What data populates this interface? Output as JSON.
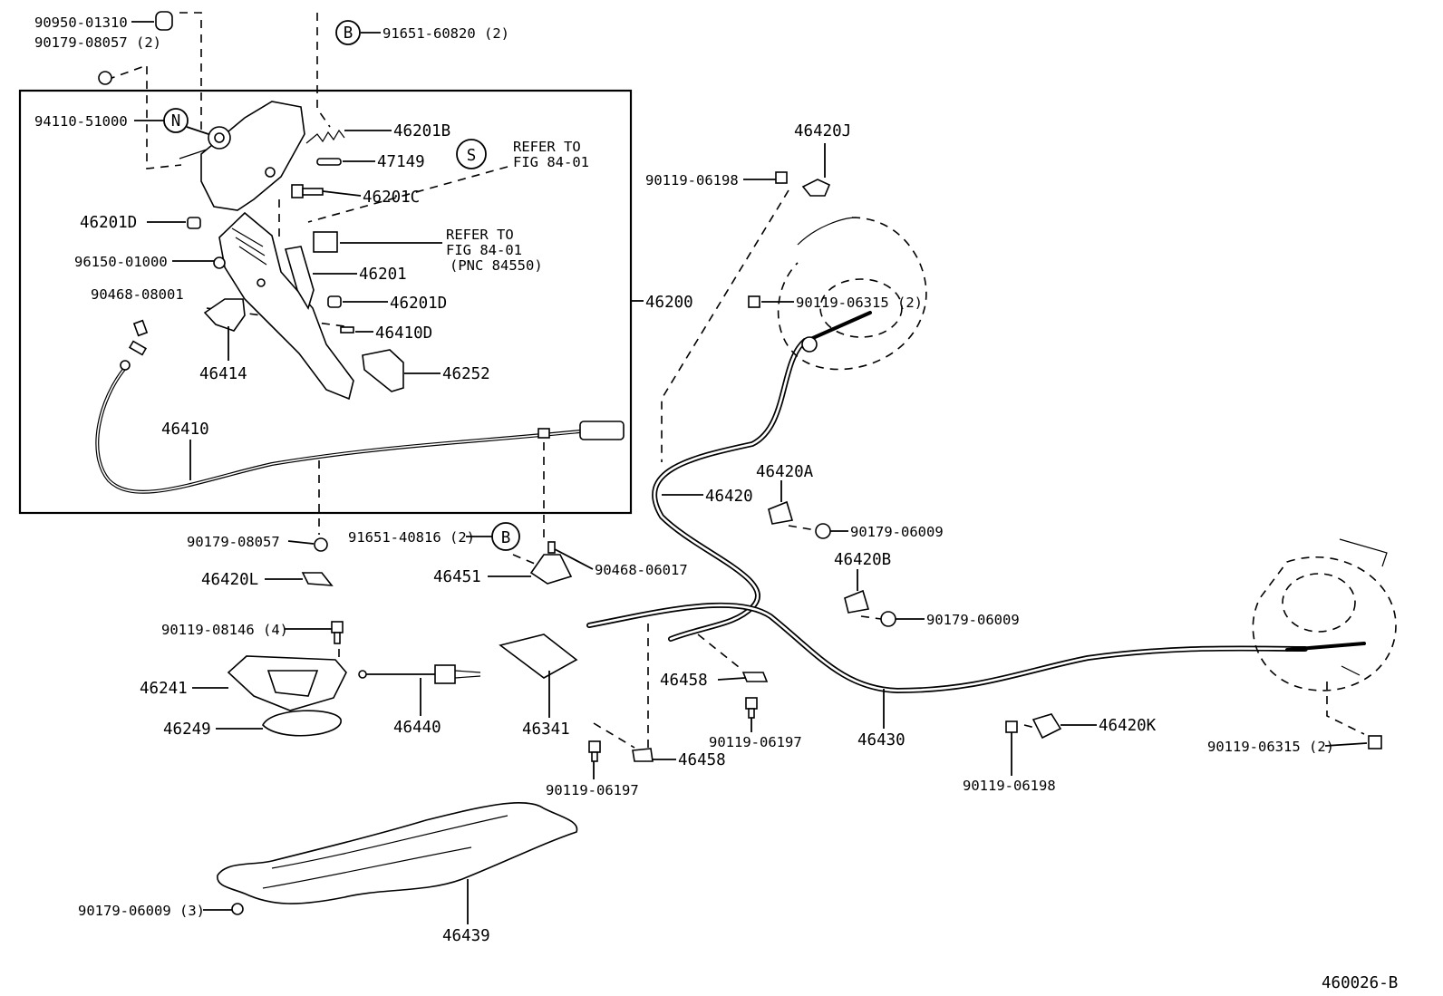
{
  "figure_code": "460026-B",
  "callouts": {
    "B": "B",
    "N": "N",
    "S": "S"
  },
  "refer_notes": {
    "fig_84_01_s": [
      "REFER TO",
      "FIG 84-01"
    ],
    "fig_84_01_pnc": [
      "REFER TO",
      "FIG 84-01",
      "(PNC 84550)"
    ]
  },
  "labels": {
    "p90950_01310": "90950-01310",
    "p90179_08057_2": "90179-08057 (2)",
    "p91651_60820_2": "91651-60820 (2)",
    "p94110_51000": "94110-51000",
    "p46201B": "46201B",
    "p47149": "47149",
    "p46201C": "46201C",
    "p46201D_a": "46201D",
    "p96150_01000": "96150-01000",
    "p46201": "46201",
    "p90468_08001": "90468-08001",
    "p46201D_b": "46201D",
    "p46410D": "46410D",
    "p46414": "46414",
    "p46252": "46252",
    "p46200": "46200",
    "p46410": "46410",
    "p46420J": "46420J",
    "p90119_06198_a": "90119-06198",
    "p90119_06315_2_a": "90119-06315 (2)",
    "p46420": "46420",
    "p46420A": "46420A",
    "p90179_06009_a": "90179-06009",
    "p46420B": "46420B",
    "p90179_06009_b": "90179-06009",
    "p90179_08057": "90179-08057",
    "p46420L": "46420L",
    "p91651_40816_2": "91651-40816 (2)",
    "p46451": "46451",
    "p90468_06017": "90468-06017",
    "p90119_08146_4": "90119-08146 (4)",
    "p46241": "46241",
    "p46249": "46249",
    "p46440": "46440",
    "p46341": "46341",
    "p46458_a": "46458",
    "p90119_06197_a": "90119-06197",
    "p46458_b": "46458",
    "p90119_06197_b": "90119-06197",
    "p46430": "46430",
    "p46420K": "46420K",
    "p90119_06198_b": "90119-06198",
    "p90119_06315_2_b": "90119-06315 (2)",
    "p90179_06009_3": "90179-06009 (3)",
    "p46439": "46439"
  }
}
